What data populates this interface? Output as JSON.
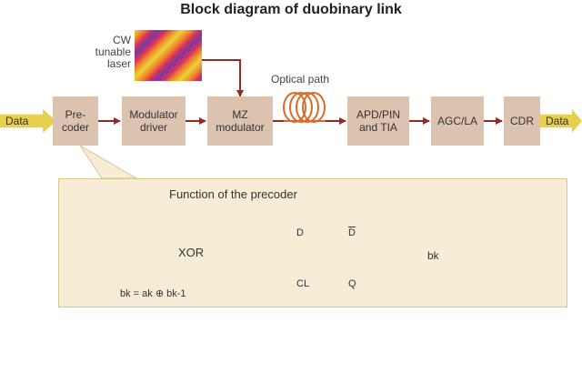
{
  "title": "Block diagram of duobinary link",
  "laser": {
    "lines": [
      "CW",
      "tunable",
      "laser"
    ]
  },
  "optical_path_label": "Optical path",
  "data_in_label": "Data",
  "data_out_label": "Data",
  "blocks": {
    "precoder": [
      "Pre-",
      "coder"
    ],
    "modulator_driver": [
      "Modulator",
      "driver"
    ],
    "mz_modulator": [
      "MZ",
      "modulator"
    ],
    "apd_pin_tia": [
      "APD/PIN",
      "and TIA"
    ],
    "agc_la": [
      "AGC/LA"
    ],
    "cdr": [
      "CDR"
    ]
  },
  "precoder_detail": {
    "title": "Function of the precoder",
    "gate_label": "XOR",
    "flipflop": {
      "d": "D",
      "dbar": "D",
      "cl": "CL",
      "q": "Q"
    },
    "equation": "bk = ak ⊕ bk-1",
    "output_label": "bk"
  },
  "colors": {
    "block_fill": "#dcc3b0",
    "arrow": "#9a2a20",
    "data_arrow": "#e8cf4d",
    "panel_fill": "#f7ecd5",
    "gate_fill": "#f2cf62"
  }
}
